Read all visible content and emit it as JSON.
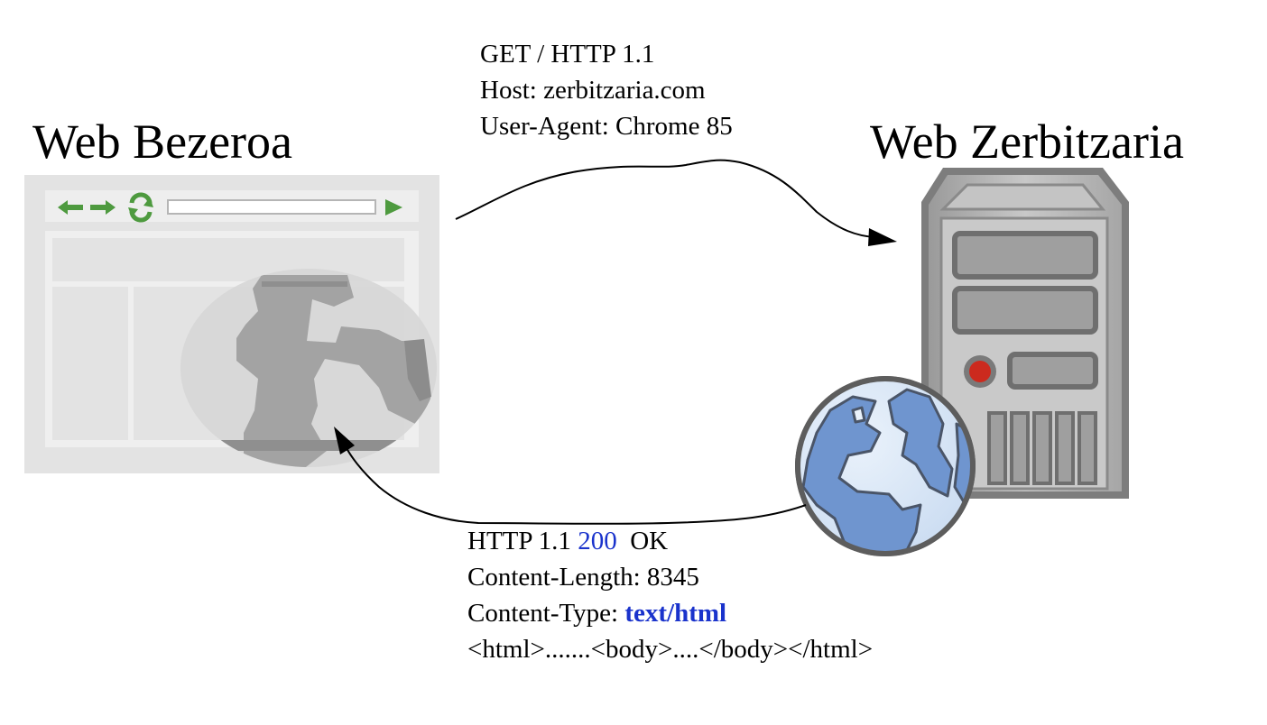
{
  "client": {
    "title": "Web Bezeroa"
  },
  "server": {
    "title": "Web Zerbitzaria"
  },
  "request": {
    "lines": [
      "GET / HTTP 1.1",
      "Host:  zerbitzaria.com",
      "User-Agent: Chrome 85"
    ]
  },
  "response": {
    "status_prefix": "HTTP 1.1 ",
    "status_code": "200",
    "status_text": "  OK",
    "content_length": "Content-Length: 8345",
    "content_type_label": "Content-Type: ",
    "content_type_value": "text/html",
    "body": "<html>.......<body>....</body></html>"
  },
  "colors": {
    "accent": "#1a33cc",
    "browser_icon_green": "#4e9a3f",
    "server_grey": "#8a8a8a",
    "globe_blue": "#6f95cf",
    "power_red": "#cc2a1e"
  }
}
